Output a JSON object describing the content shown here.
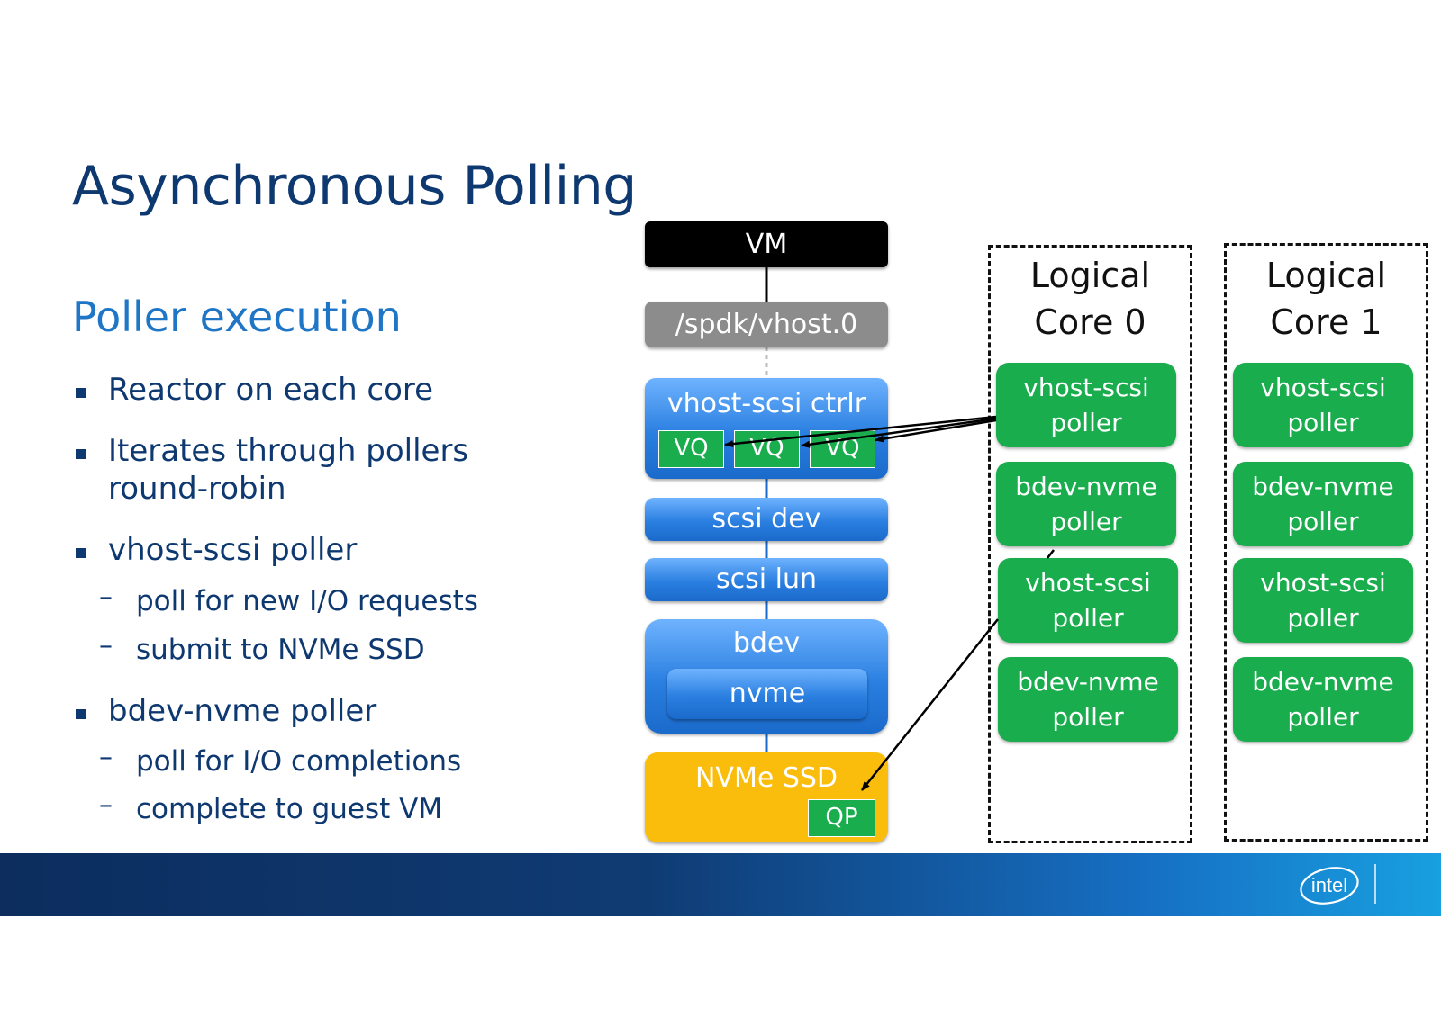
{
  "slide": {
    "title": "Asynchronous Polling",
    "subtitle": "Poller execution",
    "bullets": [
      {
        "text": "Reactor on each core"
      },
      {
        "text_line1": "Iterates through pollers",
        "text_line2": "round-robin"
      },
      {
        "text": "vhost-scsi poller",
        "subs": [
          "poll for new I/O requests",
          "submit to NVMe SSD"
        ]
      },
      {
        "text": "bdev-nvme poller",
        "subs": [
          "poll for I/O completions",
          "complete to guest VM"
        ]
      }
    ],
    "dash_glyph": "–"
  },
  "stack": {
    "vm": "VM",
    "vhost_path": "/spdk/vhost.0",
    "ctrlr": "vhost-scsi ctrlr",
    "vq": [
      "VQ",
      "VQ",
      "VQ"
    ],
    "scsi_dev": "scsi dev",
    "scsi_lun": "scsi lun",
    "bdev": "bdev",
    "nvme": "nvme",
    "ssd": "NVMe SSD",
    "qp": "QP"
  },
  "cores": [
    {
      "label_line1": "Logical",
      "label_line2": "Core 0",
      "pollers": [
        {
          "line1": "vhost-scsi",
          "line2": "poller"
        },
        {
          "line1": "bdev-nvme",
          "line2": "poller"
        },
        {
          "line1": "vhost-scsi",
          "line2": "poller"
        },
        {
          "line1": "bdev-nvme",
          "line2": "poller"
        }
      ]
    },
    {
      "label_line1": "Logical",
      "label_line2": "Core 1",
      "pollers": [
        {
          "line1": "vhost-scsi",
          "line2": "poller"
        },
        {
          "line1": "bdev-nvme",
          "line2": "poller"
        },
        {
          "line1": "vhost-scsi",
          "line2": "poller"
        },
        {
          "line1": "bdev-nvme",
          "line2": "poller"
        }
      ]
    }
  ],
  "footer": {
    "logo_text": "intel"
  },
  "colors": {
    "title": "#0e3870",
    "subtitle": "#1f76c6",
    "green": "#19ad4e",
    "ssd": "#fbbd0c",
    "gray": "#8c8c8c"
  }
}
